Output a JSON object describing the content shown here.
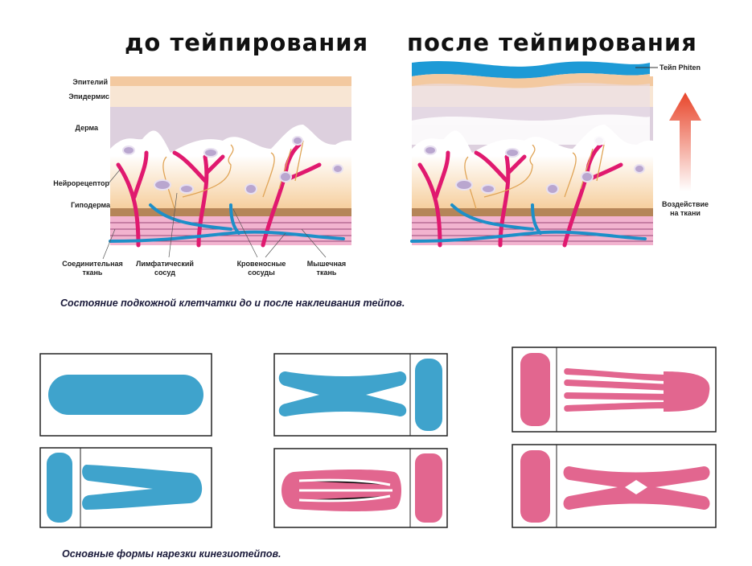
{
  "titles": {
    "before": "до  тейпирования",
    "after": "после  тейпирования"
  },
  "left_labels": {
    "epithelium": "Эпителий",
    "epidermis": "Эпидермис",
    "dermis": "Дерма",
    "neuroreceptor": "Нейрорецептор",
    "hypodermis": "Гиподерма"
  },
  "bottom_labels": {
    "connective_1": "Соединительная",
    "connective_2": "ткань",
    "lymph_1": "Лимфатический",
    "lymph_2": "сосуд",
    "blood_1": "Кровеносные",
    "blood_2": "сосуды",
    "muscle_1": "Мышечная",
    "muscle_2": "ткань"
  },
  "right_labels": {
    "tape": "Тейп Phiten",
    "effect_1": "Воздействие",
    "effect_2": "на ткани"
  },
  "captions": {
    "top": "Состояние подкожной клетчатки до и после наклеивания тейпов.",
    "bottom": "Основные формы нарезки кинезиотейпов."
  },
  "colors": {
    "tape_blue": "#3fa3cc",
    "tape_pink": "#e2668f",
    "vessel": "#e0196f",
    "lymph": "#1d8fc8",
    "arrow": "#e8452a"
  }
}
